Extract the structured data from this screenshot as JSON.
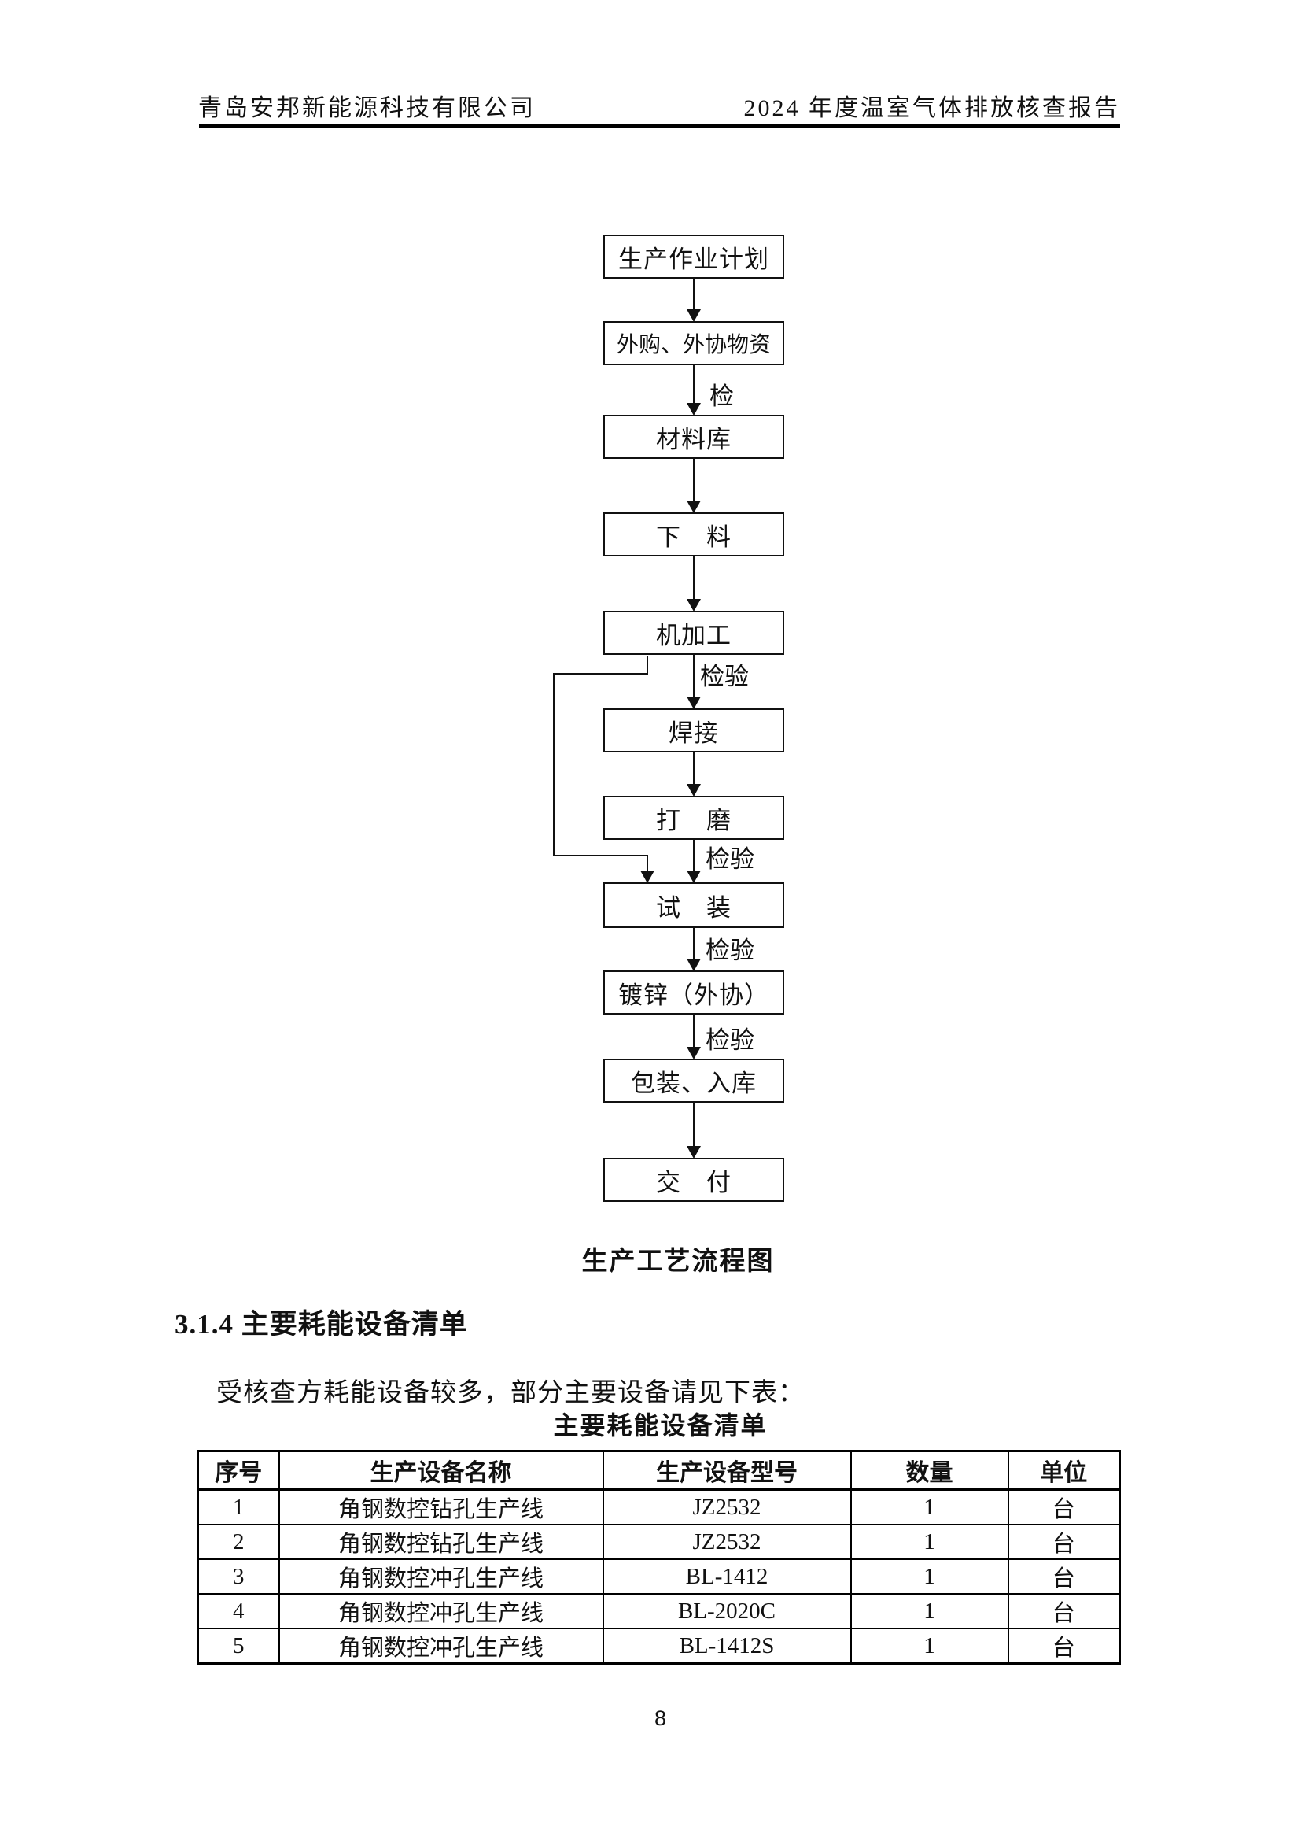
{
  "header": {
    "company": "青岛安邦新能源科技有限公司",
    "report_title": "2024 年度温室气体排放核查报告"
  },
  "flowchart": {
    "caption": "生产工艺流程图",
    "nodes": [
      "生产作业计划",
      "外购、外协物资",
      "材料库",
      "下　料",
      "机加工",
      "焊接",
      "打　磨",
      "试　装",
      "镀锌（外协）",
      "包装、入库",
      "交　付"
    ],
    "inspection_labels": [
      "检",
      "检验",
      "检验",
      "检验",
      "检验"
    ]
  },
  "section": {
    "heading": "3.1.4 主要耗能设备清单",
    "intro": "受核查方耗能设备较多，部分主要设备请见下表："
  },
  "equipment_table": {
    "title": "主要耗能设备清单",
    "headers": [
      "序号",
      "生产设备名称",
      "生产设备型号",
      "数量",
      "单位"
    ],
    "rows": [
      [
        "1",
        "角钢数控钻孔生产线",
        "JZ2532",
        "1",
        "台"
      ],
      [
        "2",
        "角钢数控钻孔生产线",
        "JZ2532",
        "1",
        "台"
      ],
      [
        "3",
        "角钢数控冲孔生产线",
        "BL-1412",
        "1",
        "台"
      ],
      [
        "4",
        "角钢数控冲孔生产线",
        "BL-2020C",
        "1",
        "台"
      ],
      [
        "5",
        "角钢数控冲孔生产线",
        "BL-1412S",
        "1",
        "台"
      ]
    ]
  },
  "footer": {
    "page_number": "8"
  },
  "colors": {
    "ink": "#111111",
    "paper": "#ffffff"
  }
}
